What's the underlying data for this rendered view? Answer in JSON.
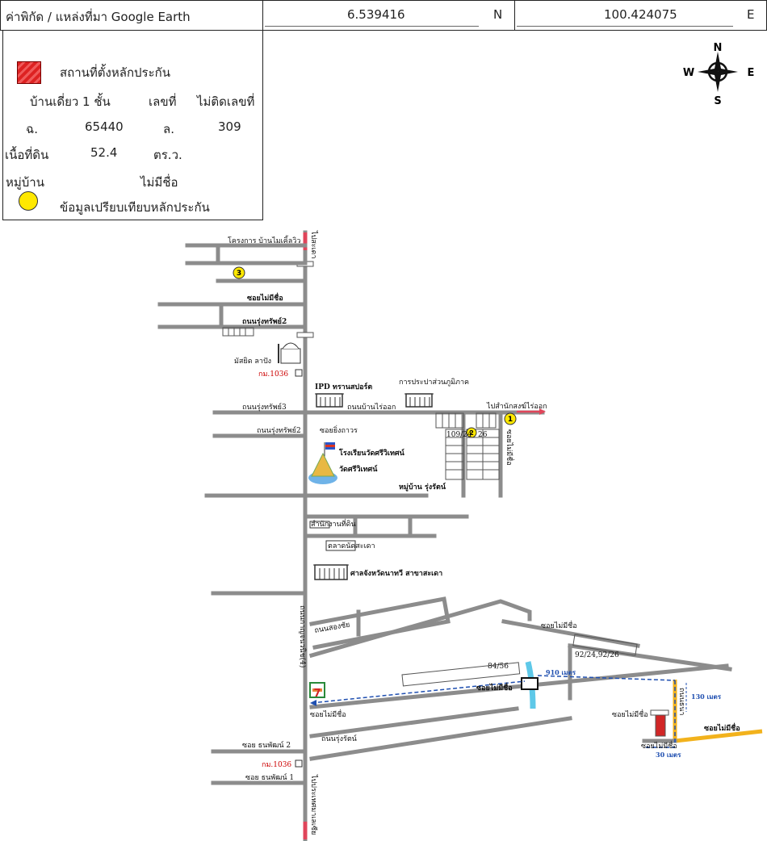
{
  "header": {
    "coord_label": "ค่าพิกัด / แหล่งที่มา Google Earth",
    "latitude": "6.539416",
    "lat_unit": "N",
    "longitude": "100.424075",
    "lon_unit": "E"
  },
  "legend": {
    "property_label": "สถานที่ตั้งหลักประกัน",
    "building_type": "บ้านเดี่ยว 1 ชั้น",
    "house_no_label": "เลขที่",
    "house_no_value": "ไม่ติดเลขที่",
    "deed_label": "ฉ.",
    "deed_value": "65440",
    "land_label": "ล.",
    "land_value": "309",
    "area_label": "เนื้อที่ดิน",
    "area_value": "52.4",
    "area_unit": "ตร.ว.",
    "village_label": "หมู่บ้าน",
    "village_value": "ไม่มีชื่อ",
    "comparison_label": "ข้อมูลเปรียบเทียบหลักประกัน",
    "colors": {
      "property": "#e02b2b",
      "comparison": "#ffe800"
    }
  },
  "compass": {
    "n": "N",
    "s": "S",
    "e": "E",
    "w": "W"
  },
  "map": {
    "labels": {
      "top_dir": "ไปสะเดา",
      "project": "โครงการ บ้านไมเคิ้ลวิว",
      "soi_nameless_top": "ซอยไม่มีชื่อ",
      "road_rungsap2_top": "ถนนรุ่งทรัพย์2",
      "mosque": "มัสยิด ลาปัง",
      "km_marker_top": "กม.1036",
      "ipd": "IPD ทรานสปอร์ต",
      "waterworks": "การประปาส่วนภูมิภาค",
      "road_rungsap3": "ถนนรุ่งทรัพย์3",
      "road_banraiook": "ถนนบ้านไร่ออก",
      "to_office": "ไปสำนักสงฆ์ไร่ออก",
      "road_rungsap2_mid": "ถนนรุ่งทรัพย์2",
      "soi_yingthawon": "ซอยยิ่งถาวร",
      "plot_109_24": "109/24",
      "plot_26_top": "26",
      "soi_nameless_right": "ซอยไม่มีชื่อ",
      "school": "โรงเรียนวัดศรีวิเทศน์",
      "temple": "วัดศรีวิเทศน์",
      "village_rungrat": "หมู่บ้าน รุ่งรัตน์",
      "sign_land_office": "สำนักงานที่ดิน",
      "sign_shop": "ตลาดนัดสะเดา",
      "court": "ศาลจังหวัดนาทวี สาขาสะเดา",
      "road_main": "ถนนกาญจนวนิช(4)",
      "road_songchai": "ถนนสองชัย",
      "soi_nameless_east": "ซอยไม่มีชื่อ",
      "plot_92_24": "92/24,92/26",
      "plot_84_56": "84/56",
      "dist_910": "910 เมตร",
      "soi_nameless_bridge": "ซอยไม่มีชื่อ",
      "dist_130": "130 เมตร",
      "road_thana_yellow": "ถนนธนา",
      "soi_nameless_side": "ซอยไม่มีชื่อ",
      "soi_nameless_far_right": "ซอยไม่มีชื่อ",
      "soi_nameless_bottom": "ซอยไม่มีชื่อ",
      "dist_30": "30 เมตร",
      "soi_nameless_711": "ซอยไม่มีชื่อ",
      "road_rungrat": "ถนนรุ่งรัตน์",
      "soi_thanaphon2": "ซอย ธนพัฒน์ 2",
      "km_marker_bottom": "กม.1036",
      "soi_thanaphon1": "ซอย ธนพัฒน์ 1",
      "bottom_dir": "ไปประเทศมาเลเซีย",
      "seven_eleven": "7",
      "marker_1": "1",
      "marker_2": "2",
      "marker_3": "3"
    }
  }
}
